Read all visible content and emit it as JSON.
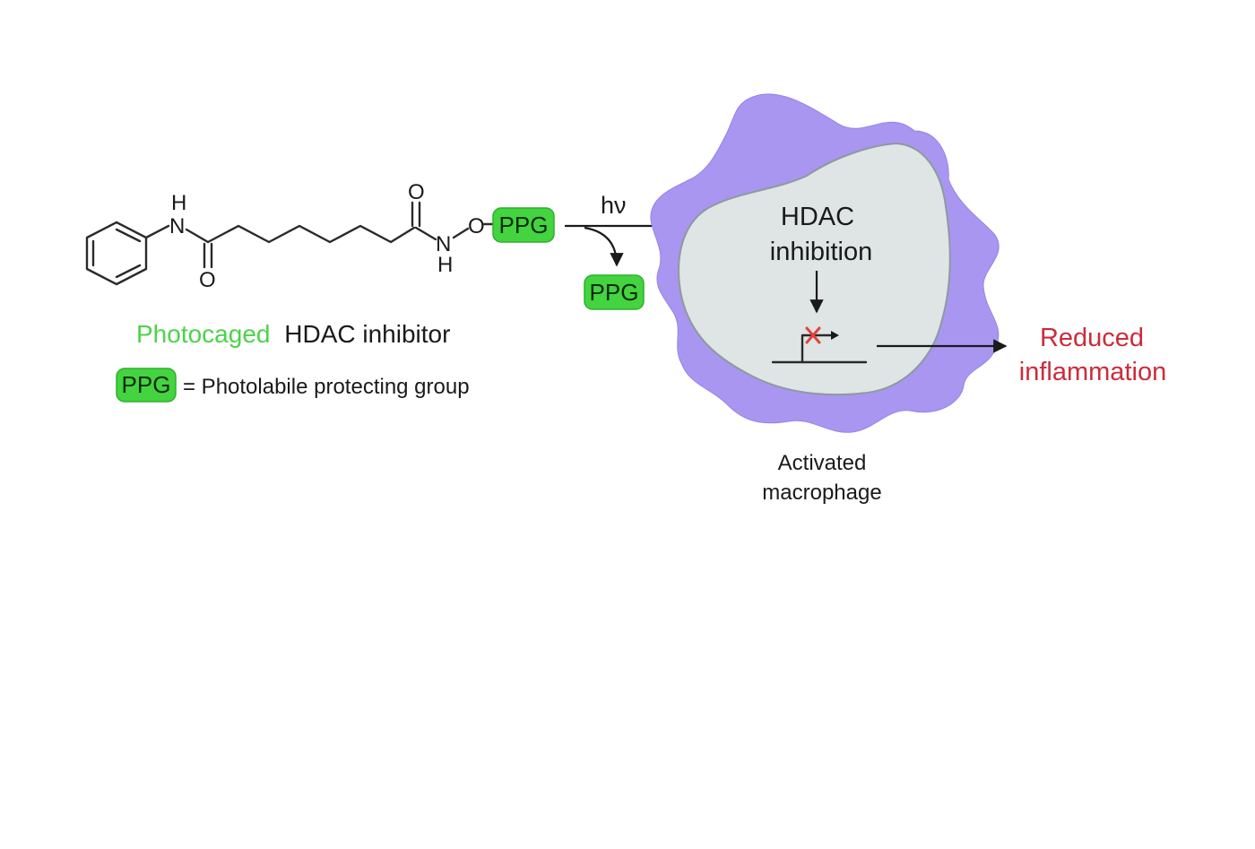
{
  "molecule": {
    "amide_N": "N",
    "amide_H": "H",
    "carbonyl_O1": "O",
    "carbonyl_O2": "O",
    "hydroxamate_N": "N",
    "hydroxamate_H": "H",
    "ether_O": "O",
    "ppg_tag": "PPG"
  },
  "caption": {
    "highlight": "Photocaged",
    "rest": "HDAC inhibitor"
  },
  "legend": {
    "tag": "PPG",
    "definition": "= Photolabile protecting group"
  },
  "reaction": {
    "light": "hν",
    "released_tag": "PPG"
  },
  "cell": {
    "line1": "HDAC",
    "line2": "inhibition",
    "caption_line1": "Activated",
    "caption_line2": "macrophage"
  },
  "outcome": {
    "line1": "Reduced",
    "line2": "inflammation"
  },
  "colors": {
    "ppg_green": "#43d43f",
    "photocaged_green": "#4cd34a",
    "membrane_purple": "#a996f0",
    "nucleus_grey": "#dfe4e4",
    "outcome_red": "#cc2b3a",
    "block_red": "#e0443e"
  }
}
